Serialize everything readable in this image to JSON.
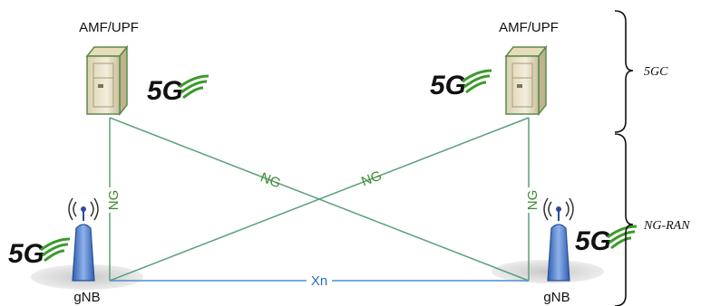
{
  "nodes": {
    "amf_left": "AMF/UPF",
    "amf_right": "AMF/UPF",
    "gnb_left": "gNB",
    "gnb_right": "gNB"
  },
  "links": {
    "ng_vertical_left": "NG",
    "ng_vertical_right": "NG",
    "ng_cross_left": "NG",
    "ng_cross_right": "NG",
    "xn": "Xn"
  },
  "logo_text": "5G",
  "braces": {
    "core": "5GC",
    "ran": "NG-RAN"
  },
  "colors": {
    "ng_line": "#5aa07a",
    "ng_label": "#3d8a2e",
    "xn_line": "#4a8fd0",
    "xn_label": "#2a6db5",
    "server_body": "#e9e2c8",
    "server_border": "#5a8a4a",
    "antenna": "#4a76c4",
    "shadow": "#d7d7d7",
    "fiveg_swoosh": "#3b9a2b"
  }
}
